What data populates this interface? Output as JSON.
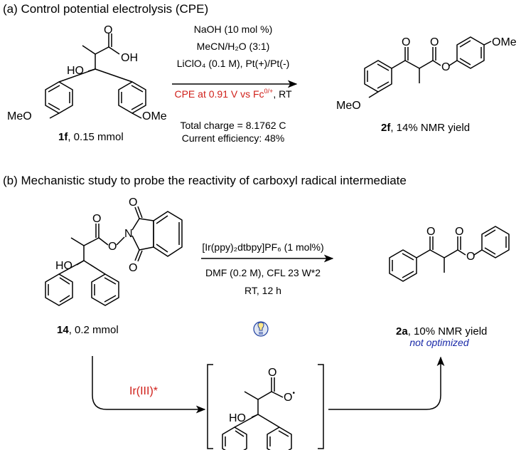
{
  "panel_a": {
    "heading": "(a) Control potential electrolysis (CPE)",
    "reactant_label_bold": "1f",
    "reactant_label_rest": ", 0.15 mmol",
    "conditions": [
      "NaOH (10 mol %)",
      "MeCN/H₂O (3:1)",
      "LiClO₄ (0.1 M), Pt(+)/Pt(-)"
    ],
    "condition_red": "CPE at 0.91 V vs Fc",
    "condition_red_sup": "0/+",
    "condition_rest": ", RT",
    "below_arrow": [
      "Total charge = 8.1762 C",
      "Current efficiency: 48%"
    ],
    "product_label_bold": "2f",
    "product_label_rest": ", 14% NMR yield",
    "atoms": {
      "oh": "OH",
      "o": "O",
      "ho": "HO",
      "meo": "MeO",
      "ome": "OMe"
    }
  },
  "panel_b": {
    "heading": "(b) Mechanistic study to probe the reactivity of carboxyl radical intermediate",
    "reactant_label_bold": "14",
    "reactant_label_rest": ", 0.2 mmol",
    "catalyst": "[Ir(ppy)₂dtbpy]PF₆ (1 mol%)",
    "conditions": [
      "DMF (0.2 M), CFL 23 W*2",
      "RT, 12 h"
    ],
    "product_label_bold": "2a",
    "product_label_rest": ", 10% NMR yield",
    "note": "not optimized",
    "pathway_label": "Ir(III)*",
    "atoms": {
      "o": "O",
      "n": "N",
      "ho": "HO",
      "radical_o": "O",
      "radical_dot": "•"
    }
  },
  "icons": [
    "light-bulb-icon"
  ],
  "colors": {
    "red": "#d0201a",
    "blue": "#1a2aa8"
  }
}
